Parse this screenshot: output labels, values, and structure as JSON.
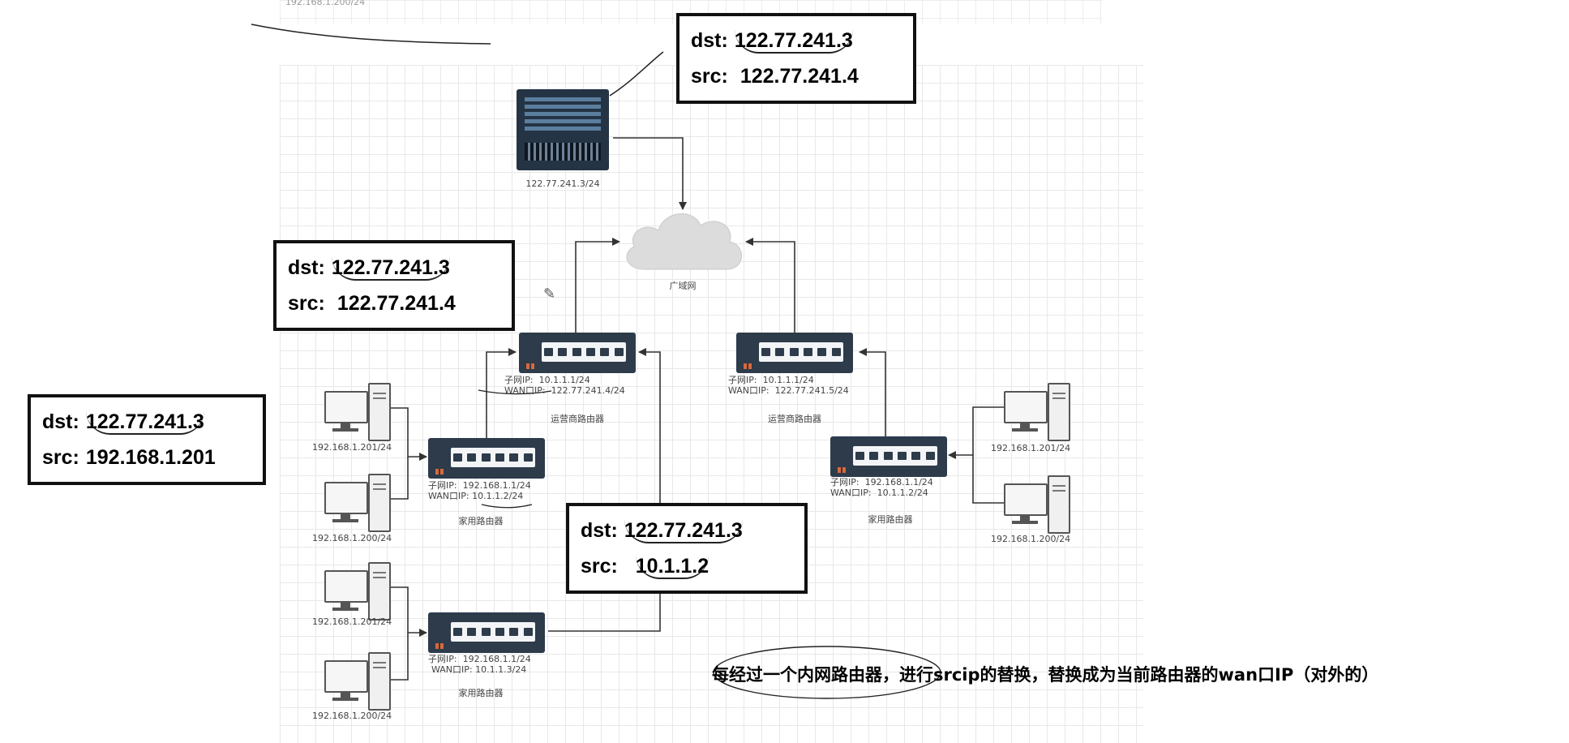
{
  "top_faded_label": "192.168.1.200/24",
  "server": {
    "ip": "122.77.241.3/24"
  },
  "cloud": {
    "label": "广域网"
  },
  "isp_routers": [
    {
      "subnet_key": "子网IP:",
      "subnet_ip": "10.1.1.1/24",
      "wan_key": "WAN口IP:",
      "wan_ip": "122.77.241.4/24",
      "name": "运营商路由器"
    },
    {
      "subnet_key": "子网IP:",
      "subnet_ip": "10.1.1.1/24",
      "wan_key": "WAN口IP:",
      "wan_ip": "122.77.241.5/24",
      "name": "运营商路由器"
    }
  ],
  "home_routers": [
    {
      "subnet_key": "子网IP:",
      "subnet_ip": "192.168.1.1/24",
      "wan_key": "WAN口IP:",
      "wan_ip": "10.1.1.2/24",
      "name": "家用路由器"
    },
    {
      "subnet_key": "子网IP:",
      "subnet_ip": "192.168.1.1/24",
      "wan_key": "WAN口IP:",
      "wan_ip": "10.1.1.3/24",
      "name": "家用路由器"
    },
    {
      "subnet_key": "子网IP:",
      "subnet_ip": "192.168.1.1/24",
      "wan_key": "WAN口IP:",
      "wan_ip": "10.1.1.2/24",
      "name": "家用路由器"
    }
  ],
  "pcs": [
    {
      "ip": "192.168.1.201/24"
    },
    {
      "ip": "192.168.1.200/24"
    },
    {
      "ip": "192.168.1.201/24"
    },
    {
      "ip": "192.168.1.200/24"
    },
    {
      "ip": "192.168.1.201/24"
    },
    {
      "ip": "192.168.1.200/24"
    }
  ],
  "packets": [
    {
      "dst_key": "dst:",
      "dst": "122.77.241.3",
      "src_key": "src:",
      "src": "122.77.241.4"
    },
    {
      "dst_key": "dst:",
      "dst": "122.77.241.3",
      "src_key": "src:",
      "src": "122.77.241.4"
    },
    {
      "dst_key": "dst:",
      "dst": "122.77.241.3",
      "src_key": "src:",
      "src": "192.168.1.201"
    },
    {
      "dst_key": "dst:",
      "dst": "122.77.241.3",
      "src_key": "src:",
      "src": "10.1.1.2"
    }
  ],
  "note": "每经过一个内网路由器，进行srcip的替换，替换成为当前路由器的wan口IP（对外的）"
}
